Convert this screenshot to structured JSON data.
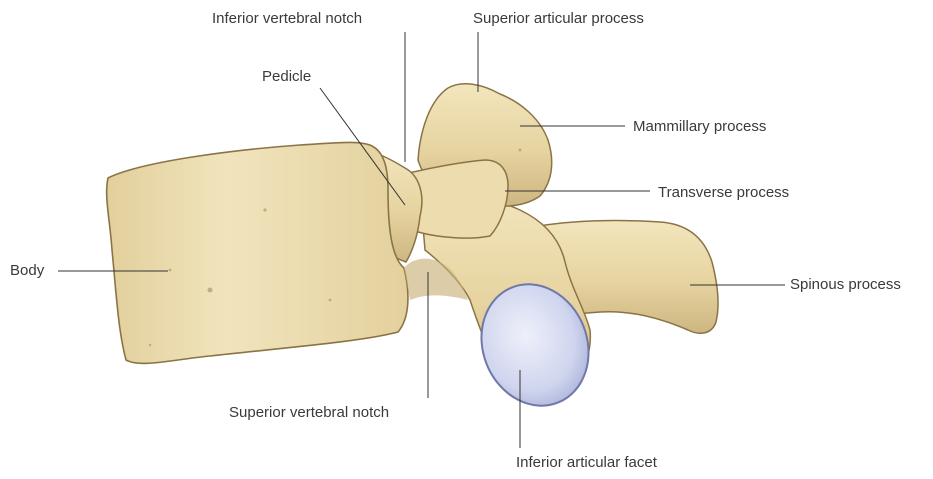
{
  "diagram": {
    "labels": {
      "inferior_vertebral_notch": "Inferior vertebral notch",
      "superior_articular_process": "Superior articular process",
      "pedicle": "Pedicle",
      "mammillary_process": "Mammillary process",
      "transverse_process": "Transverse process",
      "body": "Body",
      "spinous_process": "Spinous process",
      "superior_vertebral_notch": "Superior vertebral notch",
      "inferior_articular_facet": "Inferior articular facet"
    },
    "colors": {
      "bone_fill": "#e9d9a8",
      "bone_shadow": "#c9b27a",
      "bone_outline": "#8a7445",
      "facet_fill": "#d7dcf0",
      "facet_outline": "#6f78a8",
      "leader_line": "#333333",
      "text": "#3a3a3a"
    }
  }
}
